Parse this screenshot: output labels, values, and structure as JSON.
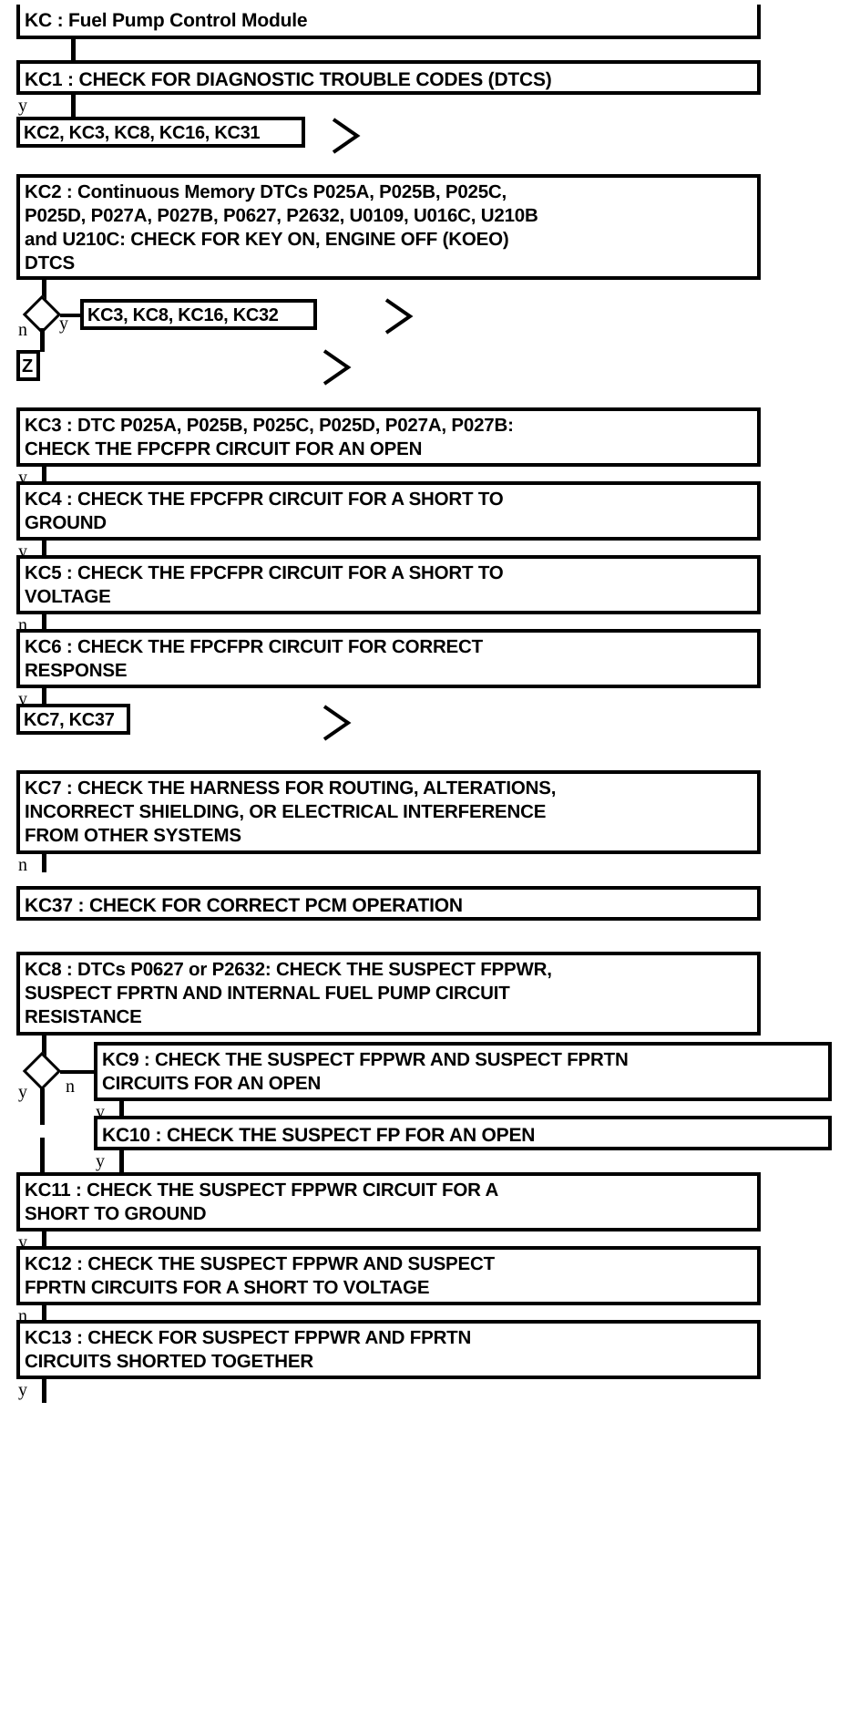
{
  "document": {
    "title": "KC : Fuel Pump Control Module",
    "type": "diagnostic-flowchart"
  },
  "chart_data": {
    "type": "diagram",
    "title": "KC : Fuel Pump Control Module",
    "nodes": [
      {
        "id": "KC",
        "shape": "header",
        "text": "KC : Fuel Pump Control Module"
      },
      {
        "id": "KC1",
        "shape": "process",
        "text": "KC1 : CHECK FOR DIAGNOSTIC TROUBLE CODES (DTCS)"
      },
      {
        "id": "ref1",
        "shape": "ref",
        "text": "KC2, KC3, KC8, KC16, KC31"
      },
      {
        "id": "KC2",
        "shape": "process",
        "text": "KC2 : Continuous Memory DTCs P025A, P025B, P025C, P025D, P027A, P027B, P0627, P2632, U0109, U016C, U210B and U210C: CHECK FOR KEY ON, ENGINE OFF (KOEO) DTCS"
      },
      {
        "id": "d1",
        "shape": "decision"
      },
      {
        "id": "ref2",
        "shape": "ref",
        "text": "KC3, KC8, KC16, KC32"
      },
      {
        "id": "refZ",
        "shape": "ref",
        "text": "Z"
      },
      {
        "id": "KC3",
        "shape": "process",
        "text": "KC3 : DTC P025A, P025B, P025C, P025D, P027A, P027B: CHECK THE FPCFPR CIRCUIT FOR AN OPEN"
      },
      {
        "id": "KC4",
        "shape": "process",
        "text": "KC4 : CHECK THE FPCFPR CIRCUIT FOR A SHORT TO GROUND"
      },
      {
        "id": "KC5",
        "shape": "process",
        "text": "KC5 : CHECK THE FPCFPR CIRCUIT FOR A SHORT TO VOLTAGE"
      },
      {
        "id": "KC6",
        "shape": "process",
        "text": "KC6 : CHECK THE FPCFPR CIRCUIT FOR CORRECT RESPONSE"
      },
      {
        "id": "ref3",
        "shape": "ref",
        "text": "KC7, KC37"
      },
      {
        "id": "KC7",
        "shape": "process",
        "text": "KC7 : CHECK THE HARNESS FOR ROUTING, ALTERATIONS, INCORRECT SHIELDING, OR ELECTRICAL INTERFERENCE FROM OTHER SYSTEMS"
      },
      {
        "id": "KC37",
        "shape": "process",
        "text": "KC37 : CHECK FOR CORRECT PCM OPERATION"
      },
      {
        "id": "KC8",
        "shape": "process",
        "text": "KC8 : DTCs P0627 or P2632: CHECK THE SUSPECT FPPWR, SUSPECT FPRTN AND INTERNAL FUEL PUMP CIRCUIT RESISTANCE"
      },
      {
        "id": "d2",
        "shape": "decision"
      },
      {
        "id": "KC9",
        "shape": "process",
        "text": "KC9 : CHECK THE SUSPECT FPPWR AND SUSPECT FPRTN CIRCUITS FOR AN OPEN"
      },
      {
        "id": "KC10",
        "shape": "process",
        "text": "KC10 : CHECK THE SUSPECT FP FOR AN OPEN"
      },
      {
        "id": "KC11",
        "shape": "process",
        "text": "KC11 : CHECK THE SUSPECT FPPWR CIRCUIT FOR A SHORT TO GROUND"
      },
      {
        "id": "KC12",
        "shape": "process",
        "text": "KC12 : CHECK THE SUSPECT FPPWR AND SUSPECT FPRTN CIRCUITS FOR A SHORT TO VOLTAGE"
      },
      {
        "id": "KC13",
        "shape": "process",
        "text": "KC13 : CHECK FOR SUSPECT FPPWR AND FPRTN CIRCUITS SHORTED TOGETHER"
      }
    ],
    "edge_labels": [
      "y",
      "n",
      "y",
      "y",
      "y",
      "n",
      "y",
      "y",
      "n",
      "y",
      "n",
      "y",
      "y",
      "y",
      "n",
      "y"
    ]
  },
  "nodes": {
    "header": "KC : Fuel Pump Control Module",
    "kc1": "KC1 : CHECK FOR DIAGNOSTIC TROUBLE CODES (DTCS)",
    "ref1": "KC2, KC3, KC8, KC16, KC31",
    "kc2": "KC2 : Continuous Memory DTCs P025A, P025B, P025C,\nP025D, P027A, P027B, P0627, P2632, U0109, U016C, U210B\nand U210C: CHECK FOR KEY ON, ENGINE OFF (KOEO)\nDTCS",
    "ref2": "KC3, KC8, KC16, KC32",
    "refz": "Z",
    "kc3": "KC3 : DTC P025A, P025B, P025C, P025D, P027A, P027B:\nCHECK THE FPCFPR CIRCUIT FOR AN OPEN",
    "kc4": "KC4 : CHECK THE FPCFPR CIRCUIT FOR A SHORT TO\nGROUND",
    "kc5": "KC5 : CHECK THE FPCFPR CIRCUIT FOR A SHORT TO\nVOLTAGE",
    "kc6": "KC6 : CHECK THE FPCFPR CIRCUIT FOR CORRECT\nRESPONSE",
    "ref3": "KC7, KC37",
    "kc7": "KC7 : CHECK THE HARNESS FOR ROUTING, ALTERATIONS,\nINCORRECT SHIELDING, OR ELECTRICAL INTERFERENCE\nFROM OTHER SYSTEMS",
    "kc37": "KC37 : CHECK FOR CORRECT PCM OPERATION",
    "kc8": "KC8 : DTCs P0627 or P2632: CHECK THE SUSPECT FPPWR,\nSUSPECT FPRTN AND INTERNAL FUEL PUMP CIRCUIT\nRESISTANCE",
    "kc9": "KC9 : CHECK THE SUSPECT FPPWR AND SUSPECT FPRTN\nCIRCUITS FOR AN OPEN",
    "kc10": "KC10 : CHECK THE SUSPECT FP FOR AN OPEN",
    "kc11": "KC11 : CHECK THE SUSPECT FPPWR CIRCUIT FOR A\nSHORT TO GROUND",
    "kc12": "KC12 : CHECK THE SUSPECT FPPWR AND SUSPECT\nFPRTN CIRCUITS FOR A SHORT TO VOLTAGE",
    "kc13": "KC13 : CHECK FOR SUSPECT FPPWR AND FPRTN\nCIRCUITS SHORTED TOGETHER"
  },
  "labels": {
    "y": "y",
    "n": "n",
    "kc1_y": "y",
    "d1_n": "n",
    "d1_y": "y",
    "kc3_y": "y",
    "kc4_y": "y",
    "kc5_n": "n",
    "kc6_y": "y",
    "kc7_n": "n",
    "d2_y": "y",
    "d2_n": "n",
    "kc9_y": "y",
    "kc10_y": "y",
    "kc11_y": "y",
    "kc12_n": "n",
    "kc13_y": "y"
  },
  "colors": {
    "stroke": "#000000",
    "fill": "#ffffff"
  }
}
